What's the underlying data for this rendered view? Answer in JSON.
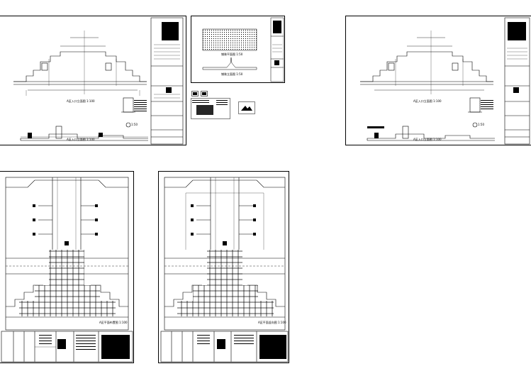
{
  "canvas": {
    "background": "#ffffff",
    "line_color": "#000000"
  },
  "sheets": [
    {
      "id": "elevation-sheet-a",
      "caption_main": "A区入口立面图 1:100",
      "caption_section": "A区入口立面图 1:100",
      "detail_ref": "1:50"
    },
    {
      "id": "paving-detail-sheet",
      "caption_plan": "铺装平面图 1:50",
      "caption_section": "铺装立面图 1:50"
    },
    {
      "id": "elevation-sheet-b",
      "caption_main": "A区入口立面图 1:100",
      "caption_section": "A区入口立面图 1:100",
      "detail_ref": "1:50"
    },
    {
      "id": "plan-sheet-a",
      "caption": "A区平面布置图 1:100"
    },
    {
      "id": "plan-sheet-b",
      "caption": "A区平面竖向图 1:100"
    }
  ]
}
